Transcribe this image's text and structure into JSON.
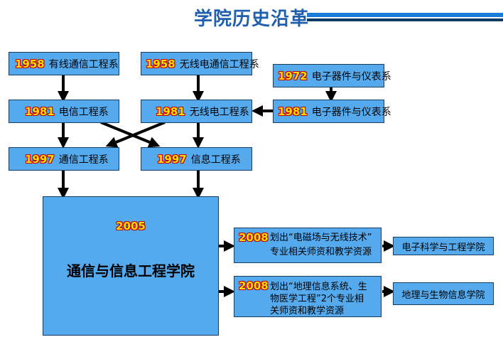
{
  "title": "学院历史沿革",
  "boxes": {
    "b1958a": {
      "year": "1958",
      "name": "有线通信工程系"
    },
    "b1958b": {
      "year": "1958",
      "name": "无线电通信工程系"
    },
    "b1972": {
      "year": "1972",
      "name": "电子器件与仪表系"
    },
    "b1981a": {
      "year": "1981",
      "name": "电信工程系"
    },
    "b1981b": {
      "year": "1981",
      "name": "无线电工程系"
    },
    "b1981c": {
      "year": "1981",
      "name": "电子器件与仪表系"
    },
    "b1997a": {
      "year": "1997",
      "name": "通信工程系"
    },
    "b1997b": {
      "year": "1997",
      "name": "信息工程系"
    }
  },
  "big": {
    "year": "2005",
    "name": "通信与信息工程学院"
  },
  "right": [
    {
      "year": "2008",
      "line1": "划出“电磁场与无线技术”",
      "line2": "专业相关师资和教学资源",
      "line3": "",
      "target": "电子科学与工程学院"
    },
    {
      "year": "2008",
      "line1": "划出“地理信息系统、生",
      "line2": "物医学工程”2个专业相",
      "line3": "关师资和教学资源",
      "target": "地理与生物信息学院"
    }
  ]
}
